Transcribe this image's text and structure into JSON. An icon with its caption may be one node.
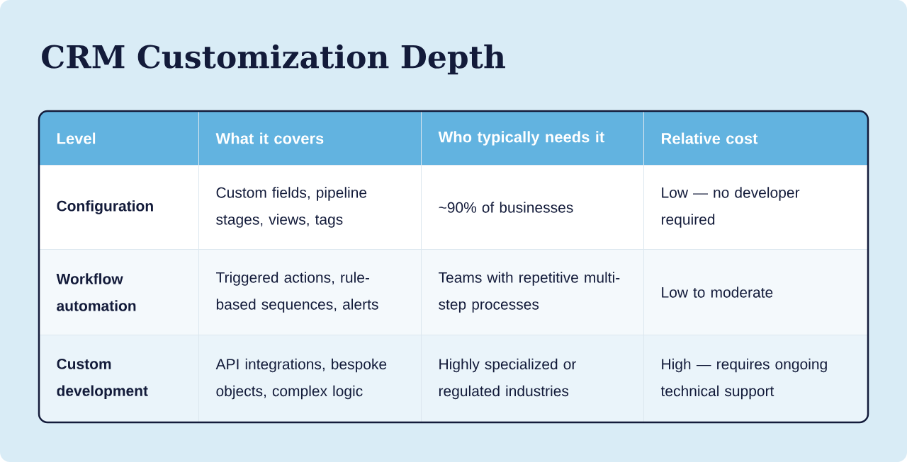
{
  "diagram": {
    "title": "CRM Customization Depth",
    "labels": [
      "Level",
      "What it covers",
      "Who typically needs it",
      "Relative cost",
      "Configuration",
      "Custom fields, pipeline stages, views, tags",
      "~90% of businesses",
      "Low — no developer required",
      "Workflow automation",
      "Triggered actions, rule-based sequences, alerts",
      "Teams with repetitive multi-step processes",
      "Low to moderate",
      "Custom development",
      "API integrations, bespoke objects, complex logic",
      "Highly specialized or regulated industries",
      "High — requires ongoing technical support"
    ]
  }
}
